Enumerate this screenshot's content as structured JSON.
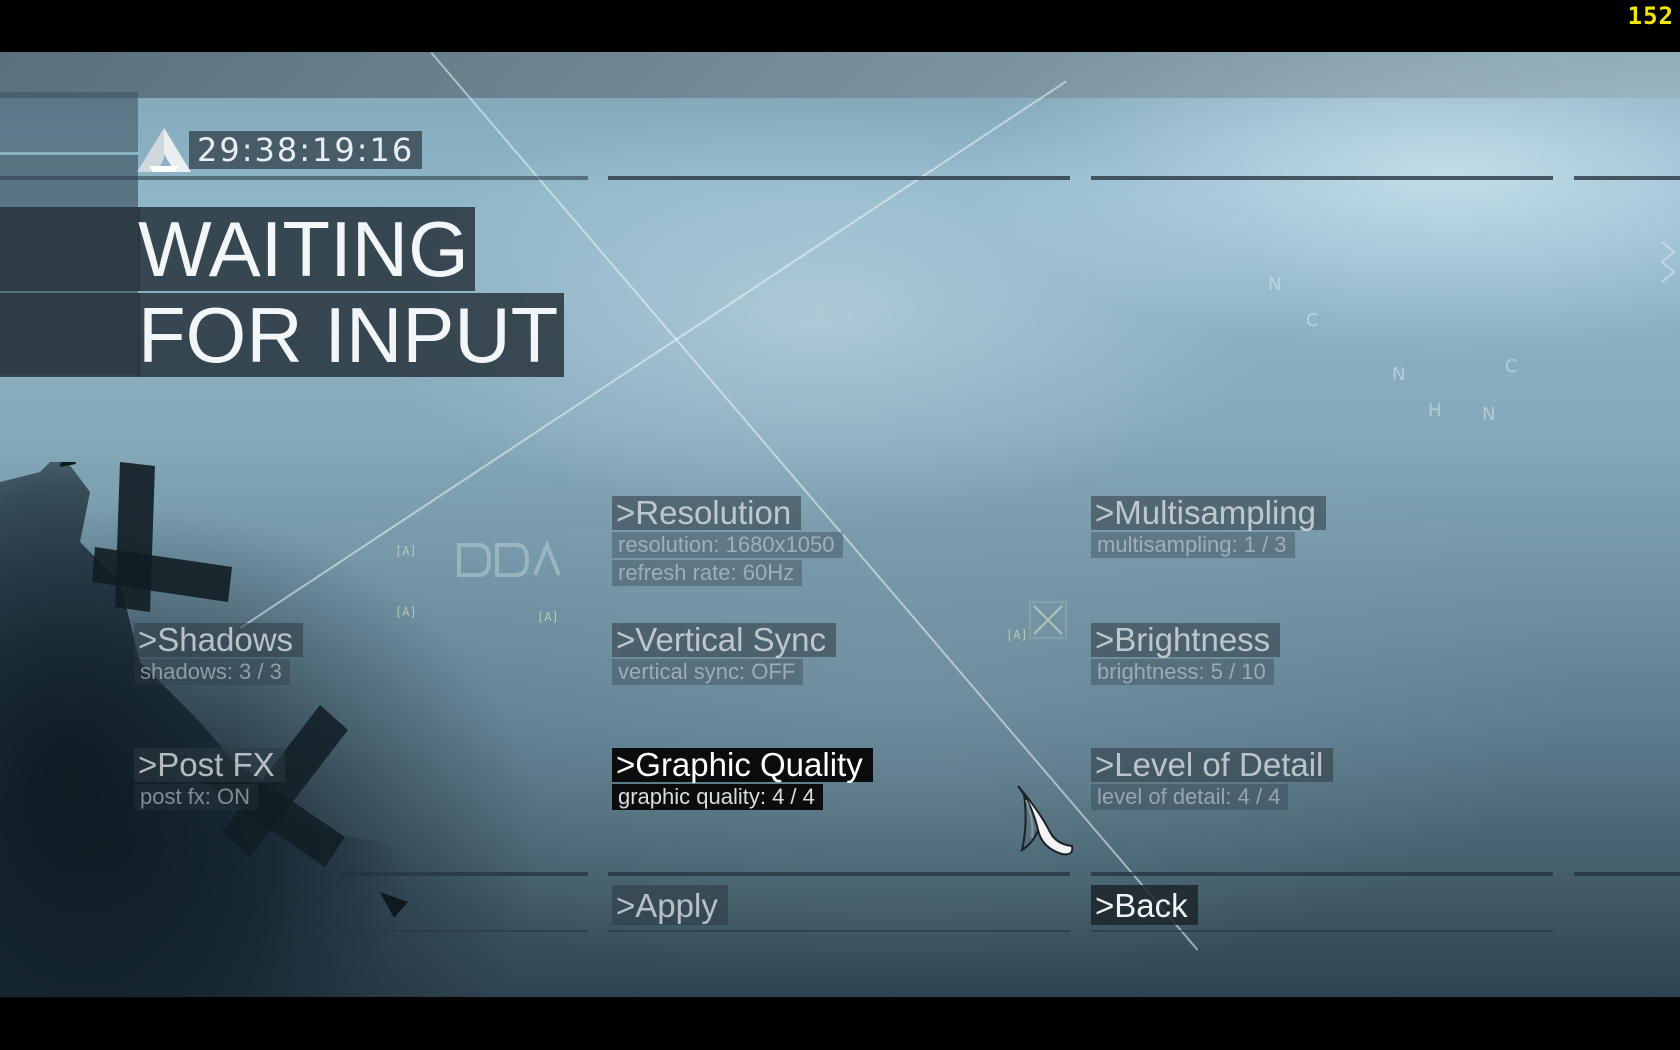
{
  "hud": {
    "fps": "152"
  },
  "header": {
    "timer": "29:38:19:16"
  },
  "title": {
    "line1": "WAITING",
    "line2": "FOR INPUT"
  },
  "options": {
    "resolution": {
      "label": ">Resolution",
      "value1": "resolution: 1680x1050",
      "value2": "refresh rate: 60Hz"
    },
    "multisampling": {
      "label": ">Multisampling",
      "value": "multisampling: 1 / 3"
    },
    "shadows": {
      "label": ">Shadows",
      "value": "shadows: 3 / 3"
    },
    "vertical_sync": {
      "label": ">Vertical Sync",
      "value": "vertical sync: OFF"
    },
    "brightness": {
      "label": ">Brightness",
      "value": "brightness: 5 / 10"
    },
    "post_fx": {
      "label": ">Post FX",
      "value": "post fx: ON"
    },
    "graphic_quality": {
      "label": ">Graphic Quality",
      "value": "graphic quality: 4 / 4"
    },
    "level_of_detail": {
      "label": ">Level of Detail",
      "value": "level of detail: 4 / 4"
    }
  },
  "actions": {
    "apply": ">Apply",
    "back": ">Back"
  },
  "colors": {
    "fps": "#f2e600",
    "selected_bg": "#0a0c0d",
    "text": "#ffffff"
  },
  "icons": {
    "logo": "abstergo-logo-icon",
    "cursor": "assassin-insignia-cursor-icon"
  },
  "state": {
    "selected_option": "graphic_quality"
  }
}
